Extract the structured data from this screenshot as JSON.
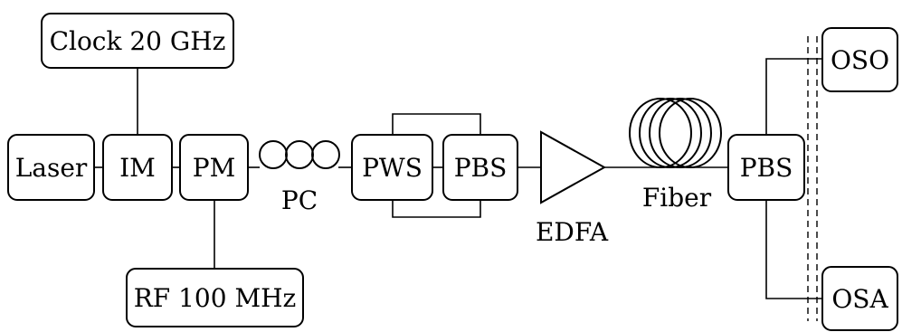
{
  "blocks": {
    "clock": "Clock 20 GHz",
    "laser": "Laser",
    "im": "IM",
    "pm": "PM",
    "pws": "PWS",
    "pbs1": "PBS",
    "pbs2": "PBS",
    "rf": "RF 100 MHz",
    "oso": "OSO",
    "osa": "OSA"
  },
  "labels": {
    "pc": "PC",
    "edfa": "EDFA",
    "fiber": "Fiber"
  }
}
